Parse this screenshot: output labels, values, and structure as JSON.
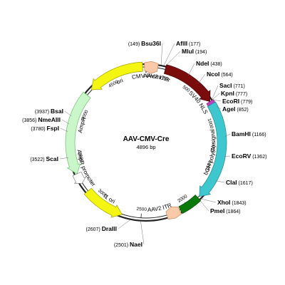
{
  "plasmid": {
    "name": "AAV-CMV-Cre",
    "size_label": "4896 bp",
    "length": 4896
  },
  "ticks": [
    {
      "pos": 500,
      "label": "500"
    },
    {
      "pos": 1000,
      "label": "1000"
    },
    {
      "pos": 1500,
      "label": "1500"
    },
    {
      "pos": 2000,
      "label": "2000"
    },
    {
      "pos": 2500,
      "label": "2500"
    },
    {
      "pos": 3000,
      "label": "3000"
    },
    {
      "pos": 3500,
      "label": "3500"
    },
    {
      "pos": 4000,
      "label": "4000"
    },
    {
      "pos": 4500,
      "label": "4500"
    }
  ],
  "features": [
    {
      "name": "AAV2 ITR",
      "start": 4880,
      "end": 120,
      "dir": 0,
      "shape": "itr",
      "fill": "#f9c9a8",
      "stroke": "#d08a5a"
    },
    {
      "name": "CMV Promoter",
      "start": 200,
      "end": 780,
      "dir": 1,
      "shape": "arrow",
      "fill": "#7b0c0c",
      "stroke": "#4a0505"
    },
    {
      "name": "SV40 NLS",
      "start": 780,
      "end": 812,
      "dir": 1,
      "shape": "block",
      "fill": "#c040c0",
      "stroke": "#802080"
    },
    {
      "name": "Cre",
      "start": 812,
      "end": 1840,
      "dir": 1,
      "shape": "arrow",
      "fill": "#3fc7cf",
      "stroke": "#1a8a92"
    },
    {
      "name": "bGH poly(A) signal",
      "start": 1860,
      "end": 2080,
      "dir": 0,
      "shape": "block",
      "fill": "#0a7a0a",
      "stroke": "#054a05"
    },
    {
      "name": "AAV2 ITR",
      "start": 2090,
      "end": 2230,
      "dir": 0,
      "shape": "itr",
      "fill": "#f9c9a8",
      "stroke": "#d08a5a"
    },
    {
      "name": "f1 ori",
      "start": 2700,
      "end": 3130,
      "dir": -1,
      "shape": "arrow",
      "fill": "#f5f512",
      "stroke": "#a0a000"
    },
    {
      "name": "AmpR promoter",
      "start": 3230,
      "end": 3340,
      "dir": -1,
      "shape": "arrow",
      "fill": "#ffffff",
      "stroke": "#888888"
    },
    {
      "name": "AmpR",
      "start": 3340,
      "end": 4200,
      "dir": -1,
      "shape": "arrow",
      "fill": "#c9f7c9",
      "stroke": "#6fbf6f"
    },
    {
      "name": "ori",
      "start": 4270,
      "end": 4860,
      "dir": -1,
      "shape": "arrow",
      "fill": "#f5f512",
      "stroke": "#a0a000"
    }
  ],
  "feature_labels": [
    {
      "text": "AAV2 ITR",
      "pos": 120,
      "dir": 1
    },
    {
      "text": "CMV Promoter",
      "pos": 60,
      "dir": 1
    },
    {
      "text": "SV40 NLS",
      "pos": 715,
      "dir": 1
    },
    {
      "text": "Cre",
      "pos": 1280,
      "dir": 1
    },
    {
      "text": "bGH poly(A) signal",
      "pos": 1340,
      "dir": 1
    },
    {
      "text": "AAV2 ITR",
      "pos": 2290,
      "dir": 1
    },
    {
      "text": "f1 ori",
      "pos": 2900,
      "dir": 0
    },
    {
      "text": "AmpR promoter",
      "pos": 3360,
      "dir": 1
    },
    {
      "text": "AmpR",
      "pos": 3880,
      "dir": 0
    },
    {
      "text": "ori",
      "pos": 4580,
      "dir": 0
    }
  ],
  "sites": [
    {
      "name": "Bsu36I",
      "pos_label": "(149)",
      "pos": 149
    },
    {
      "name": "AflII",
      "pos_label": "(177)",
      "pos": 177
    },
    {
      "name": "MluI",
      "pos_label": "(194)",
      "pos": 194
    },
    {
      "name": "NdeI",
      "pos_label": "(438)",
      "pos": 438
    },
    {
      "name": "NcoI",
      "pos_label": "(564)",
      "pos": 564
    },
    {
      "name": "SacI",
      "pos_label": "(771)",
      "pos": 771
    },
    {
      "name": "KpnI",
      "pos_label": "(777)",
      "pos": 777
    },
    {
      "name": "EcoRI",
      "pos_label": "(779)",
      "pos": 779
    },
    {
      "name": "AgeI",
      "pos_label": "(852)",
      "pos": 852
    },
    {
      "name": "BamHI",
      "pos_label": "(1166)",
      "pos": 1166
    },
    {
      "name": "EcoRV",
      "pos_label": "(1362)",
      "pos": 1362
    },
    {
      "name": "ClaI",
      "pos_label": "(1617)",
      "pos": 1617
    },
    {
      "name": "XhoI",
      "pos_label": "(1843)",
      "pos": 1843
    },
    {
      "name": "PmeI",
      "pos_label": "(1864)",
      "pos": 1864
    },
    {
      "name": "NaeI",
      "pos_label": "(2501)",
      "pos": 2501
    },
    {
      "name": "DraIII",
      "pos_label": "(2607)",
      "pos": 2607
    },
    {
      "name": "ScaI",
      "pos_label": "(3522)",
      "pos": 3522
    },
    {
      "name": "FspI",
      "pos_label": "(3780)",
      "pos": 3780
    },
    {
      "name": "NmeAIII",
      "pos_label": "(3856)",
      "pos": 3856
    },
    {
      "name": "BsaI",
      "pos_label": "(3937)",
      "pos": 3937
    }
  ]
}
